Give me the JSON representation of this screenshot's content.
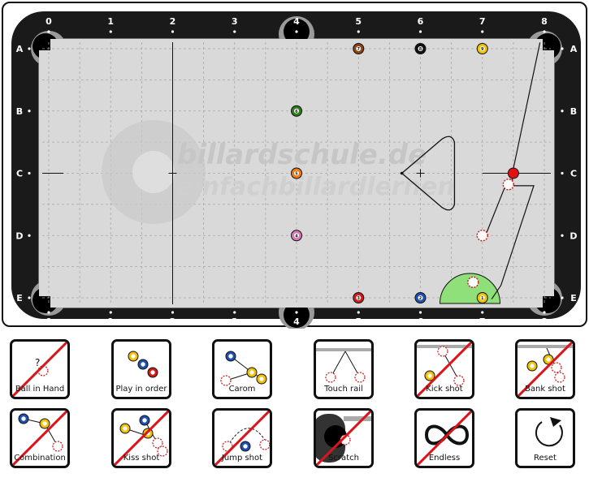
{
  "diagram": {
    "columns": [
      "0",
      "1",
      "2",
      "3",
      "4",
      "5",
      "6",
      "7",
      "8"
    ],
    "rows": [
      "A",
      "B",
      "C",
      "D",
      "E"
    ],
    "watermark_line1": "billardschule.de",
    "watermark_line2": "einfachbillardlernen"
  },
  "balls": [
    {
      "number": "7",
      "color": "#8b4513",
      "col": 5,
      "row": 0
    },
    {
      "number": "8",
      "color": "#111111",
      "col": 6,
      "row": 0
    },
    {
      "number": "9",
      "color": "#f2c200",
      "col": 7,
      "row": 0
    },
    {
      "number": "6",
      "color": "#2e7d1a",
      "col": 4,
      "row": 1
    },
    {
      "number": "5",
      "color": "#f07a10",
      "col": 4,
      "row": 2
    },
    {
      "number": "4",
      "color": "#d977b8",
      "col": 4,
      "row": 3
    },
    {
      "number": "3",
      "color": "#d11a1a",
      "col": 5,
      "row": 4
    },
    {
      "number": "2",
      "color": "#1f4fb0",
      "col": 6,
      "row": 4
    },
    {
      "number": "1",
      "color": "#f2c200",
      "col": 7,
      "row": 4
    }
  ],
  "object_ball_color": "#e31212",
  "target_zone_color": "#8fe07a",
  "buttons": [
    {
      "label": "Ball in Hand",
      "disabled": true
    },
    {
      "label": "Play in order",
      "disabled": false
    },
    {
      "label": "Carom",
      "disabled": false
    },
    {
      "label": "Touch rail",
      "disabled": false
    },
    {
      "label": "Kick shot",
      "disabled": true
    },
    {
      "label": "Bank shot",
      "disabled": true
    },
    {
      "label": "Combination",
      "disabled": true
    },
    {
      "label": "Kiss shot",
      "disabled": true
    },
    {
      "label": "Jump shot",
      "disabled": true
    },
    {
      "label": "Scratch",
      "disabled": true
    },
    {
      "label": "Endless",
      "disabled": true
    },
    {
      "label": "Reset",
      "disabled": false
    }
  ],
  "icon_text": {
    "question_mark": "?"
  }
}
